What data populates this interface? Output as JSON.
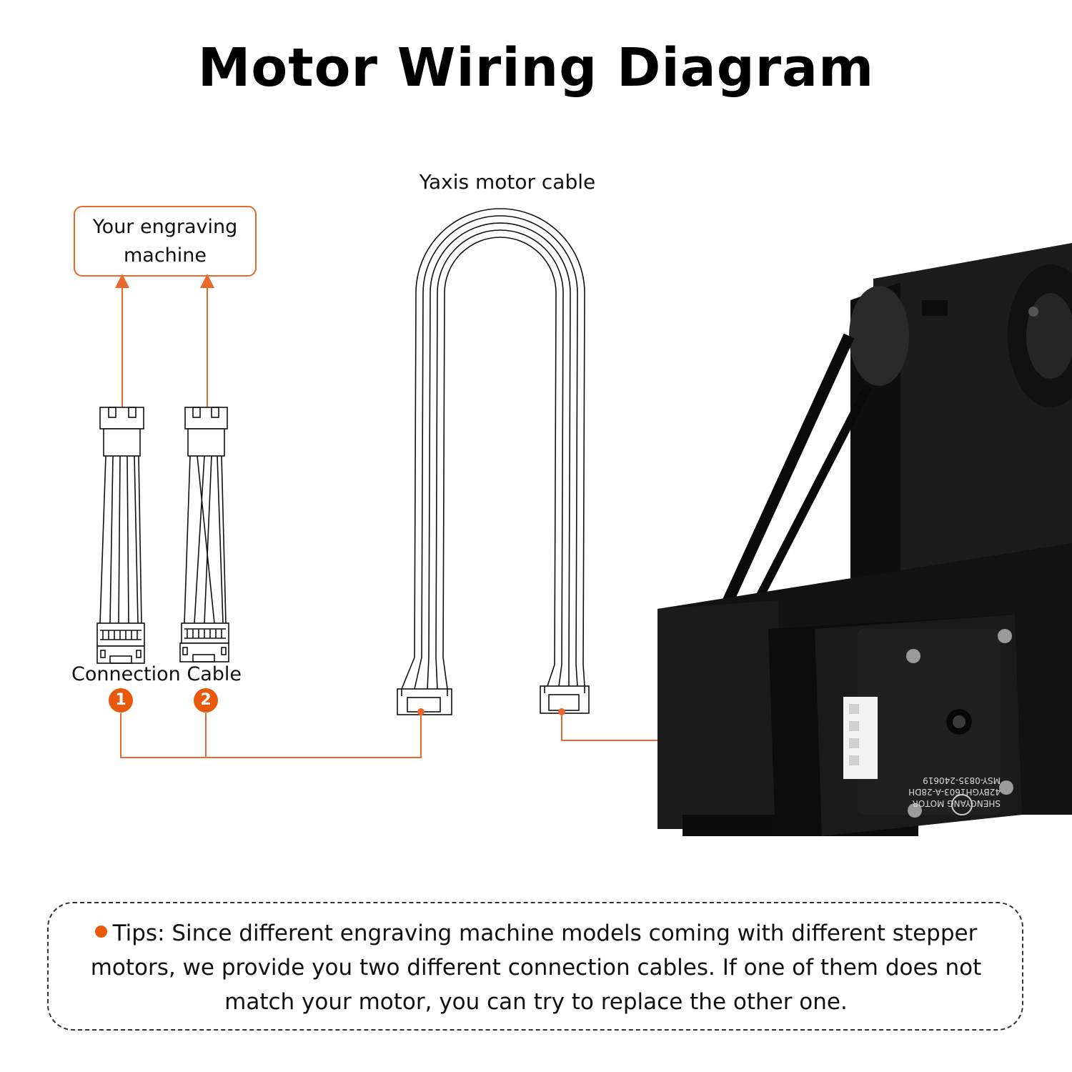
{
  "title": "Motor Wiring Diagram",
  "cable_label": "Yaxis motor cable",
  "machine_label_line1": "Your engraving",
  "machine_label_line2": "machine",
  "connection_label": "Connection Cable",
  "badges": [
    "1",
    "2"
  ],
  "tips": "Tips: Since different engraving machine models coming with different stepper motors, we provide you two different connection cables. If one of them does not match your motor, you can try to replace the other one.",
  "motor_label_lines": [
    "SHENGYANG MOTOR",
    "42BYGH1603-A-28DH",
    "MSY-0835-240619"
  ],
  "colors": {
    "accent": "#e8692b",
    "badge": "#e8590c",
    "motor": "#161616"
  }
}
